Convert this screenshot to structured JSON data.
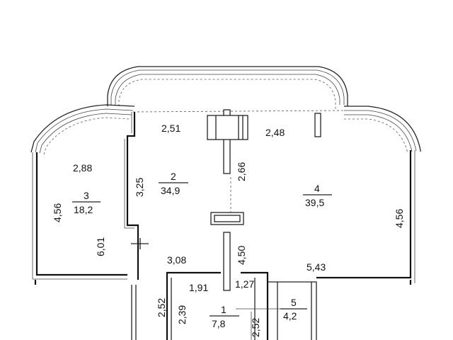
{
  "labels": {
    "d_251": "2,51",
    "d_248": "2,48",
    "d_288": "2,88",
    "d_325": "3,25",
    "d_266": "2,66",
    "room2_num": "2",
    "room2_area": "34,9",
    "room3_num": "3",
    "room3_area": "18,2",
    "room4_num": "4",
    "room4_area": "39,5",
    "d_456_left": "4,56",
    "d_456_right": "4,56",
    "d_601": "6,01",
    "d_450": "4,50",
    "d_308": "3,08",
    "d_543": "5,43",
    "d_191": "1,91",
    "d_127": "1,27",
    "d_252_a": "2,52",
    "d_239": "2,39",
    "room1_num": "1",
    "room1_area": "7,8",
    "d_252_b": "2,52",
    "room5_num": "5",
    "room5_area": "4,2"
  }
}
